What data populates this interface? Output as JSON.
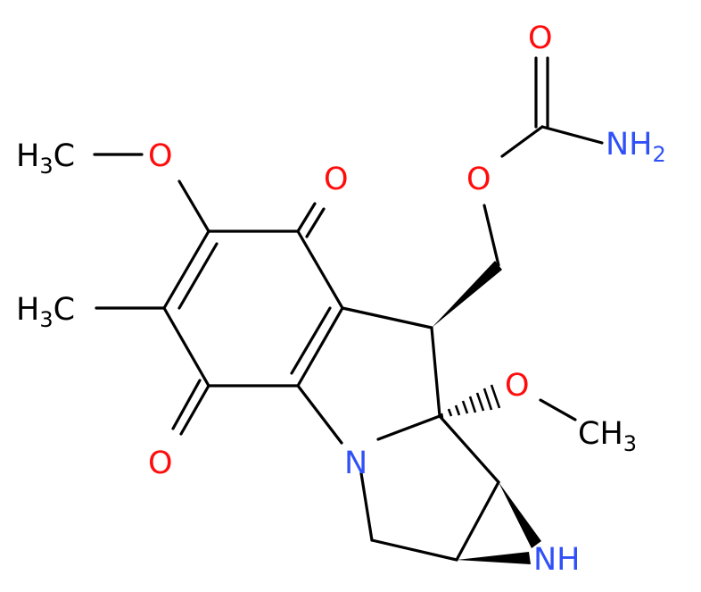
{
  "colors": {
    "oxygen": "#ff0d0d",
    "nitrogen": "#3050f8",
    "carbon": "#000000",
    "background": "#ffffff"
  },
  "atoms": {
    "o_carbonyl_carbamate": "O",
    "nh2": {
      "main": "NH",
      "sub": "2"
    },
    "o_ester": "O",
    "o_methoxy_left": "O",
    "h3c_methoxy": {
      "h": "H",
      "sub": "3",
      "c": "C"
    },
    "o_quinone_top": "O",
    "h3c_methyl": {
      "h": "H",
      "sub": "3",
      "c": "C"
    },
    "o_quinone_bottom": "O",
    "n_ring": "N",
    "o_methoxy_right": "O",
    "ch3_methoxy": {
      "c": "CH",
      "sub": "3"
    },
    "nh_aziridine": "NH"
  }
}
